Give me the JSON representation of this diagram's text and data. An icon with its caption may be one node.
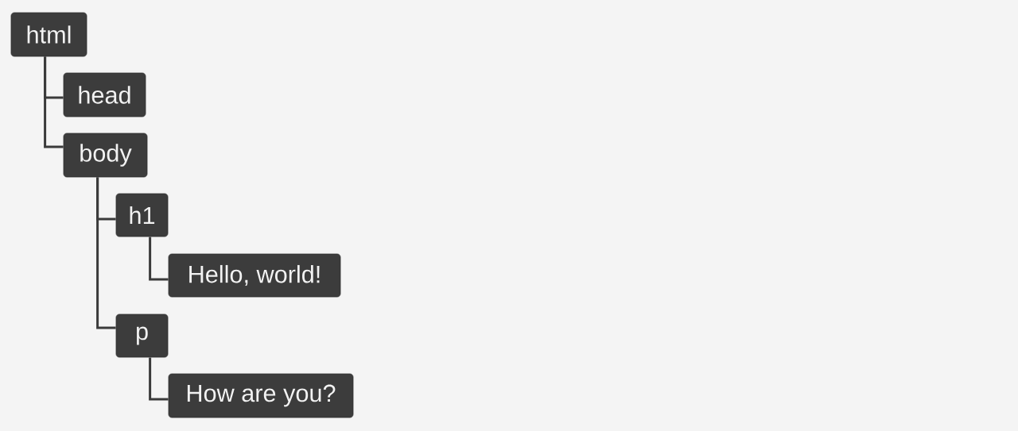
{
  "diagram": {
    "nodes": [
      {
        "text": [
          "html"
        ]
      },
      {
        "text": [
          "head"
        ]
      },
      {
        "text": [
          "body"
        ]
      },
      {
        "text": [
          "h1"
        ]
      },
      {
        "text": [
          "Hello, world!"
        ]
      },
      {
        "text": [
          "p"
        ]
      },
      {
        "text": [
          "How are you?"
        ]
      }
    ],
    "edges": [
      {
        "from": 0,
        "to": 1,
        "arrow": "none"
      },
      {
        "from": 0,
        "to": 2,
        "arrow": "none"
      },
      {
        "from": 2,
        "to": 3,
        "arrow": "none"
      },
      {
        "from": 3,
        "to": 4,
        "arrow": "none"
      },
      {
        "from": 2,
        "to": 5,
        "arrow": "none"
      },
      {
        "from": 5,
        "to": 6,
        "arrow": "none"
      }
    ]
  }
}
